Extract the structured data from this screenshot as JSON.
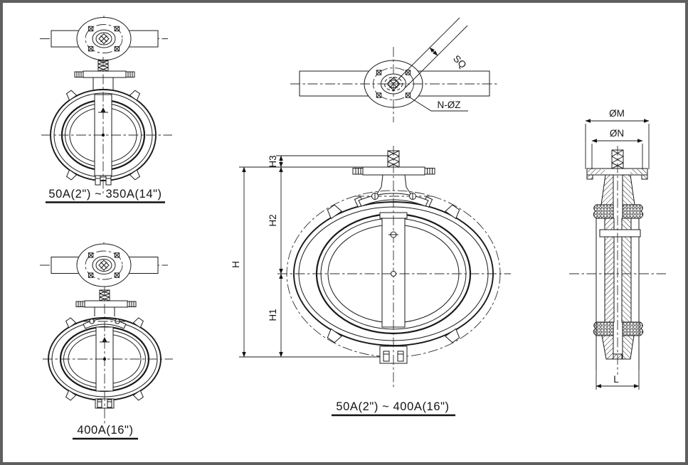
{
  "page": {
    "background": "#ffffff",
    "frame_color": "#5f5f5f",
    "line_color": "#1a1a1a"
  },
  "captions": {
    "small_range": "50A(2\") ~ 350A(14\")",
    "large_size": "400A(16\")",
    "main_range": "50A(2\") ~ 400A(16\")"
  },
  "dimensions": {
    "h": "H",
    "h1": "H1",
    "h2": "H2",
    "h3": "H3",
    "sq": "SQ",
    "bolt_pattern": "N-ØZ",
    "m": "ØM",
    "n": "ØN",
    "l": "L"
  }
}
